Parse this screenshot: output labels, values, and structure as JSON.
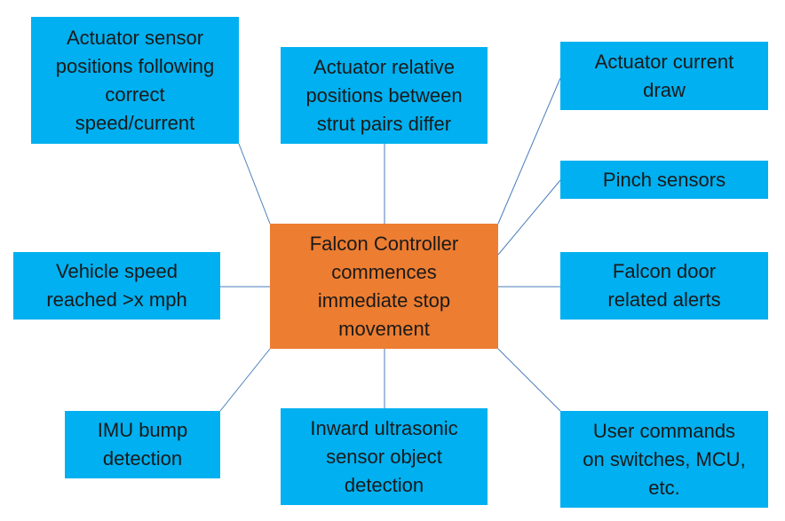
{
  "center": {
    "label": "Falcon Controller\ncommences\nimmediate stop\nmovement"
  },
  "nodes": [
    {
      "label": "Actuator sensor\npositions following\ncorrect\nspeed/current"
    },
    {
      "label": "Actuator relative\npositions between\nstrut pairs differ"
    },
    {
      "label": "Actuator current\ndraw"
    },
    {
      "label": "Pinch sensors"
    },
    {
      "label": "Vehicle speed\nreached >x mph"
    },
    {
      "label": "Falcon door\nrelated alerts"
    },
    {
      "label": "IMU bump\ndetection"
    },
    {
      "label": "Inward ultrasonic\nsensor object\ndetection"
    },
    {
      "label": "User commands\non switches, MCU,\netc."
    }
  ],
  "colors": {
    "center_fill": "#ed7d31",
    "node_fill": "#00b0f0",
    "connector": "#4a7ebb",
    "text": "#1a1a1a"
  }
}
